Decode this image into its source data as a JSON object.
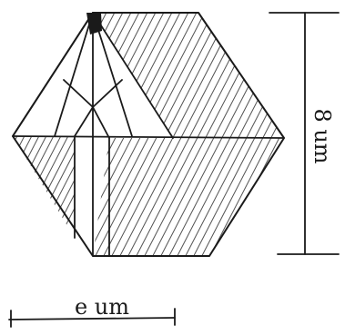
{
  "diagram": {
    "kind": "hand-drawn hexagonal crystal sketch with scale bars",
    "colors": {
      "ink": "#1a1a1a",
      "hatch": "#333333",
      "background": "#ffffff"
    }
  },
  "labels": {
    "vertical_scale": "8 um",
    "horizontal_scale": "e um"
  }
}
